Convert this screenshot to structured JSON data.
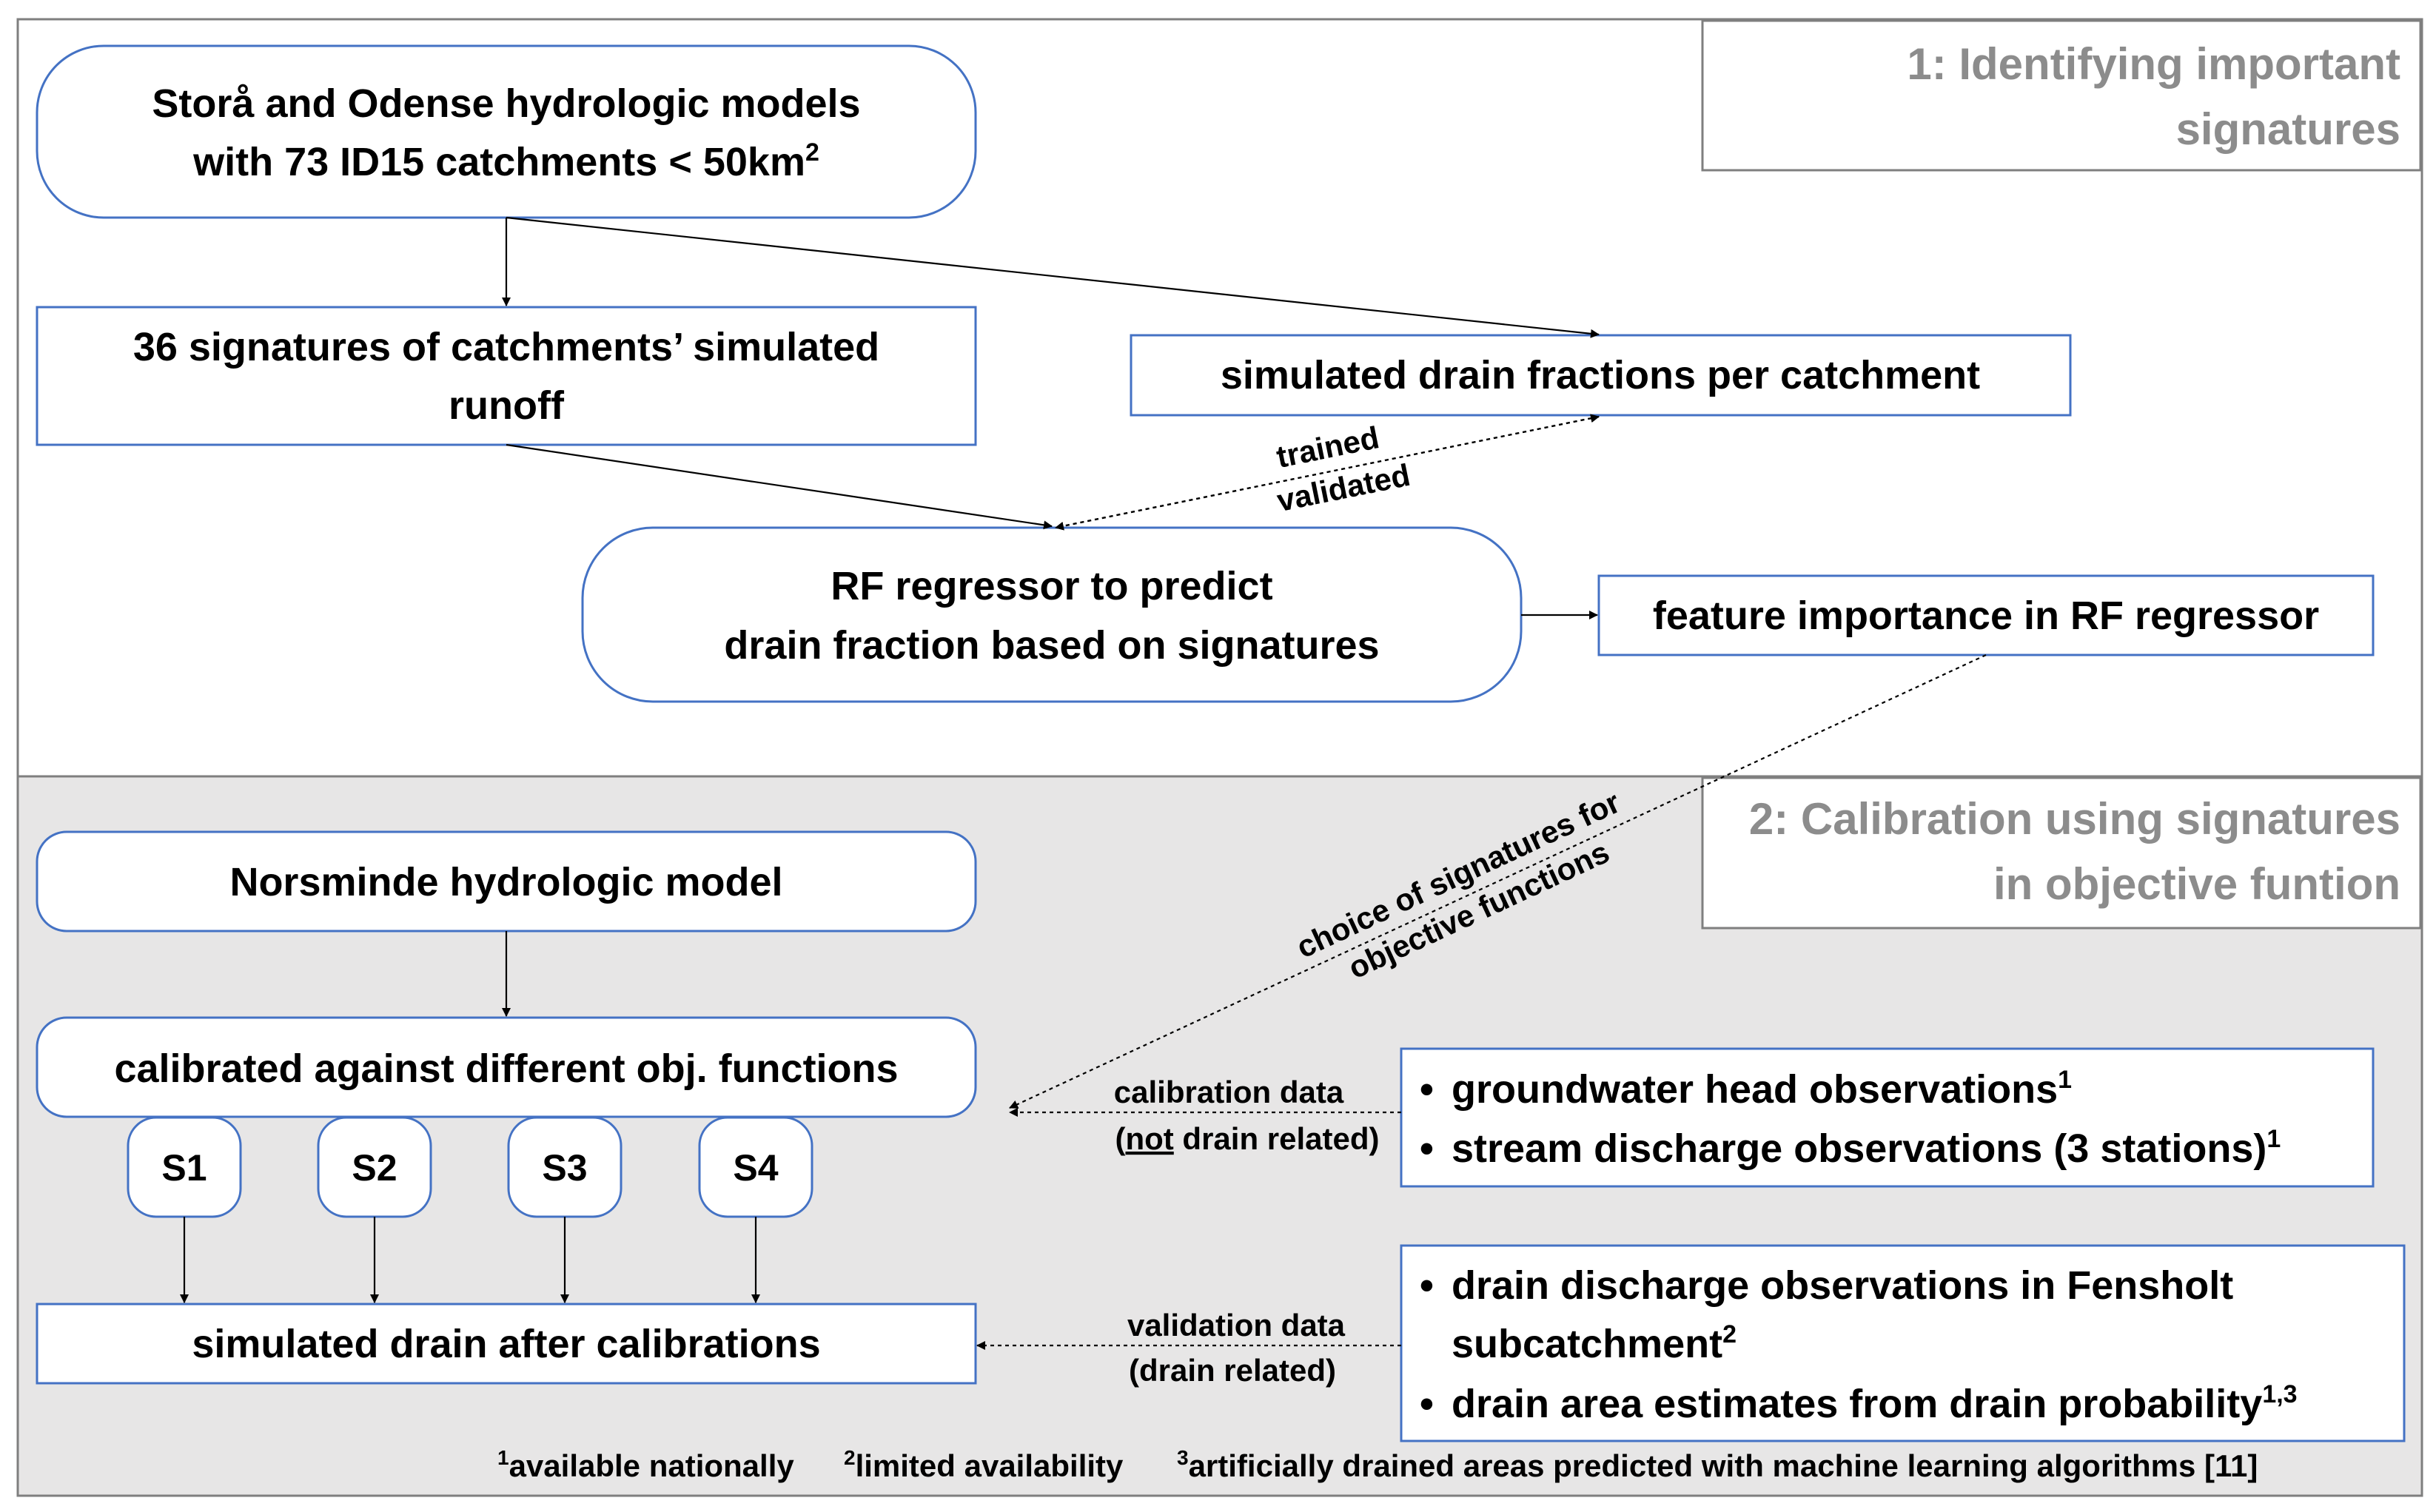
{
  "panel1": {
    "title_line1": "1: Identifying important",
    "title_line2": "signatures"
  },
  "panel2": {
    "title_line1": "2: Calibration using signatures",
    "title_line2": "in objective funtion"
  },
  "nodes": {
    "models_line1": "Storå and Odense hydrologic models",
    "models_line2": "with 73 ID15 catchments < 50km",
    "models_sup": "2",
    "signatures_line1": "36 signatures of catchments’ simulated",
    "signatures_line2": "runoff",
    "drain_fractions": "simulated drain fractions per catchment",
    "rf_line1": "RF regressor to predict",
    "rf_line2": "drain fraction based on signatures",
    "feature_importance": "feature importance in RF regressor",
    "norsminde": "Norsminde hydrologic model",
    "calibrated": "calibrated against different obj. functions",
    "s1": "S1",
    "s2": "S2",
    "s3": "S3",
    "s4": "S4",
    "simulated_drain": "simulated drain after calibrations",
    "calib_obs_1": "groundwater head observations",
    "calib_obs_1_sup": "1",
    "calib_obs_2": "stream discharge observations (3 stations)",
    "calib_obs_2_sup": "1",
    "valid_obs_1_line1": "drain discharge observations in Fensholt",
    "valid_obs_1_line2": "subcatchment",
    "valid_obs_1_sup": "2",
    "valid_obs_2": "drain area estimates from drain probability",
    "valid_obs_2_sup": "1,3",
    "bullet": "•"
  },
  "edge_labels": {
    "trained": "trained",
    "validated": "validated",
    "choice_line1": "choice of signatures for",
    "choice_line2": "objective functions",
    "calib_data_line1": "calibration data",
    "calib_data_open": "(",
    "calib_data_not": "not",
    "calib_data_rest": " drain related)",
    "valid_data_line1": "validation data",
    "valid_data_line2": "(drain related)"
  },
  "footnotes": {
    "f1_sup": "1",
    "f1": "available nationally",
    "f2_sup": "2",
    "f2": "limited availability",
    "f3_sup": "3",
    "f3": "artificially  drained areas predicted with machine learning algorithms [11]"
  },
  "colors": {
    "box_stroke": "#4472c4",
    "panel2_fill": "#e7e6e6",
    "panel_border": "#7f7f7f",
    "panel_title": "#8c8c8c"
  }
}
